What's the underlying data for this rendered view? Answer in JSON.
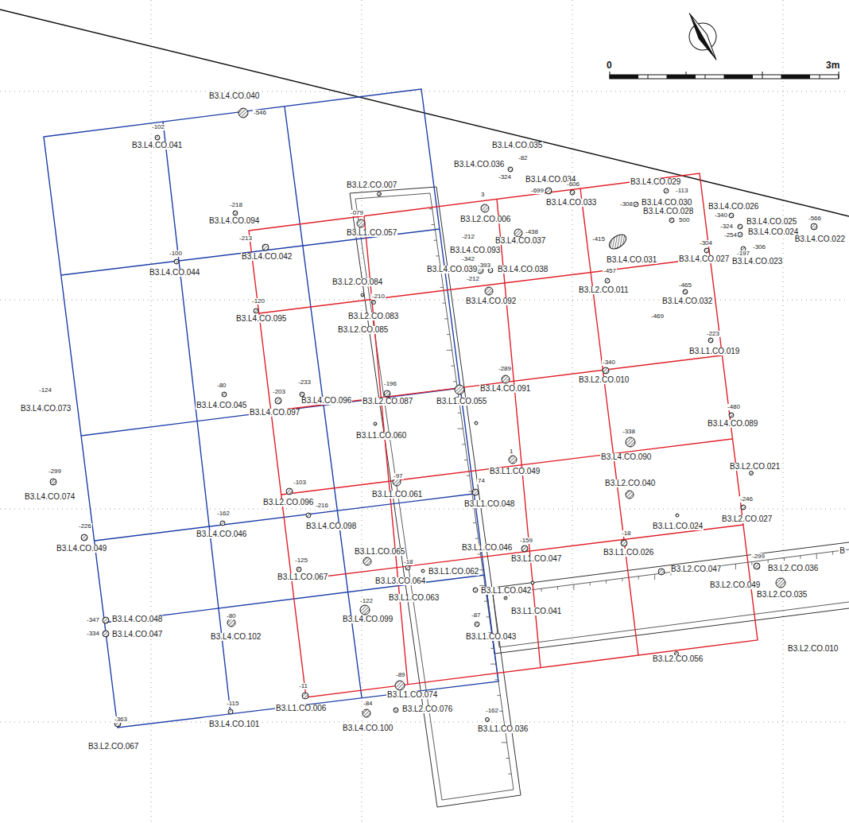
{
  "diagram": {
    "labels": [
      "0",
      "3m",
      "B3.L4.CO.040",
      "-546",
      "-102",
      "B3.L4.CO.041",
      "B3.L4.CO.035",
      "-82",
      "B3.L4.CO.036",
      "-324",
      "B3.L2.CO.007",
      "B3.L4.CO.034",
      "-699",
      "-606",
      "B3.L4.CO.033",
      "B3.L4.CO.029",
      "-113",
      "-308",
      "B3.L4.CO.030",
      "B3.L4.CO.028",
      "500",
      "B3.L4.CO.026",
      "-340",
      "B3.L4.CO.025",
      "-324",
      "-566",
      "-254",
      "B3.L4.CO.024",
      "B3.L4.CO.022",
      "3",
      "B3.L2.CO.006",
      "-079",
      "B3.L1.CO.057",
      "-218",
      "B3.L4.CO.094",
      "-438",
      "B3.L4.CO.037",
      "-212",
      "B3.L4.CO.093",
      "-213",
      "B3.L4.CO.042",
      "-100",
      "B3.L4.CO.044",
      "-342",
      "-393",
      "B3.L4.CO.039",
      "B3.L4.CO.038",
      "-212",
      "B3.L4.CO.092",
      "B3.L2.CO.084",
      "-210",
      "B3.L2.CO.083",
      "B3.L2.CO.085",
      "-120",
      "B3.L4.CO.095",
      "-415",
      "B3.L4.CO.031",
      "-304",
      "-306",
      "-197",
      "B3.L4.CO.027",
      "B3.L4.CO.023",
      "-457",
      "B3.L2.CO.011",
      "-465",
      "B3.L4.CO.032",
      "-469",
      "-223",
      "B3.L1.CO.019",
      "-340",
      "B3.L2.CO.010",
      "-289",
      "B3.L4.CO.091",
      "-124",
      "B3.L4.CO.073",
      "-233",
      "-203",
      "B3.L4.CO.096",
      "B3.L4.CO.097",
      "-80",
      "B3.L4.CO.045",
      "-196",
      "B3.L2.CO.087",
      "B3.L1.CO.055",
      "B3.L1.CO.060",
      "-480",
      "B3.L4.CO.089",
      "-338",
      "B3.L4.CO.090",
      "1",
      "B3.L1.CO.049",
      "-299",
      "B3.L4.CO.074",
      "-103",
      "B3.L2.CO.096",
      "-97",
      "B3.L1.CO.061",
      "74",
      "B3.L1.CO.048",
      "B3.L2.CO.021",
      "B3.L2.CO.040",
      "-216",
      "B3.L4.CO.098",
      "-162",
      "B3.L4.CO.046",
      "B3.L1.CO.024",
      "-246",
      "B3.L2.CO.027",
      "-226",
      "B3.L4.CO.049",
      "-18",
      "B3.L1.CO.026",
      "-159",
      "B3.L1.CO.046",
      "B3.L1.CO.047",
      "B3.L1.CO.065",
      "-125",
      "B3.L1.CO.067",
      "-18",
      "B3.L1.CO.062",
      "B3.L3.CO.064",
      "B3.L2.CO.047",
      "-299",
      "B3.L2.CO.036",
      "B3.L2.CO.049",
      "B3.L2.CO.035",
      "B",
      "B3.L1.CO.063",
      "B3.L1.CO.042",
      "-122",
      "B3.L4.CO.099",
      "-347",
      "B3.L4.CO.048",
      "-334",
      "B3.L4.CO.047",
      "-80",
      "B3.L4.CO.102",
      "B3.L1.CO.041",
      "-87",
      "B3.L1.CO.043",
      "B3.L2.CO.056",
      "B3.L2.CO.010",
      "-11",
      "B3.L1.CO.006",
      "-89",
      "B3.L1.CO.074",
      "-115",
      "B3.L4.CO.101",
      "-84",
      "B3.L4.CO.100",
      "B3.L2.CO.076",
      "-162",
      "B3.L1.CO.036",
      "-363",
      "B3.L2.CO.067"
    ]
  }
}
